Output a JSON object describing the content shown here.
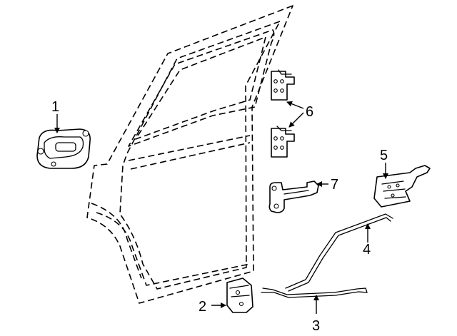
{
  "callouts": {
    "c1": "1",
    "c2": "2",
    "c3": "3",
    "c4": "4",
    "c5": "5",
    "c6": "6",
    "c7": "7"
  },
  "colors": {
    "line": "#000000",
    "background": "#ffffff"
  }
}
